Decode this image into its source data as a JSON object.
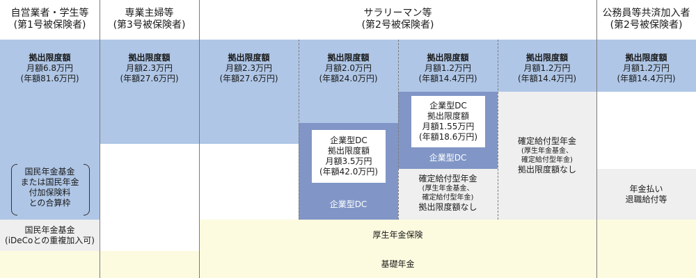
{
  "headers": {
    "self": [
      "自営業者・学生等",
      "(第1号被保険者)"
    ],
    "spouse": [
      "専業主婦等",
      "(第3号被保険者)"
    ],
    "salaryman": [
      "サラリーマン等",
      "(第2号被保険者)"
    ],
    "civil": [
      "公務員等共済加入者",
      "(第2号被保険者)"
    ]
  },
  "limits": {
    "self": [
      "拠出限度額",
      "月額6.8万円",
      "(年額81.6万円)"
    ],
    "spouse": [
      "拠出限度額",
      "月額2.3万円",
      "(年額27.6万円)"
    ],
    "sal1": [
      "拠出限度額",
      "月額2.3万円",
      "(年額27.6万円)"
    ],
    "sal2": [
      "拠出限度額",
      "月額2.0万円",
      "(年額24.0万円)"
    ],
    "sal3": [
      "拠出限度額",
      "月額1.2万円",
      "(年額14.4万円)"
    ],
    "sal4": [
      "拠出限度額",
      "月額1.2万円",
      "(年額14.4万円)"
    ],
    "civil": [
      "拠出限度額",
      "月額1.2万円",
      "(年額14.4万円)"
    ]
  },
  "dc_box_sal2": [
    "企業型DC",
    "拠出限度額",
    "月額3.5万円",
    "(年額42.0万円)"
  ],
  "dc_box_sal3": [
    "企業型DC",
    "拠出限度額",
    "月額1.55万円",
    "(年額18.6万円)"
  ],
  "dc_label_sal2": "企業型DC",
  "dc_label_sal3": "企業型DC",
  "db_sal3": [
    "確定給付型年金",
    "(厚生年金基金、",
    "確定給付型年金)",
    "拠出限度額なし"
  ],
  "db_sal4": [
    "確定給付型年金",
    "(厚生年金基金、",
    "確定給付型年金)",
    "拠出限度額なし"
  ],
  "national_fund": [
    "国民年金基金",
    "または国民年金",
    "付加保険料",
    "との合算枠"
  ],
  "national_fund_ideco": [
    "国民年金基金",
    "(iDeCoとの重複加入可)"
  ],
  "civil_pension": [
    "年金払い",
    "退職給付等"
  ],
  "employee_pension": "厚生年金保険",
  "basic_pension": "基礎年金",
  "colors": {
    "light_blue": "#afc6e6",
    "dark_blue": "#8196c6",
    "grey": "#efefef",
    "yellow": "#fdfbdf"
  }
}
